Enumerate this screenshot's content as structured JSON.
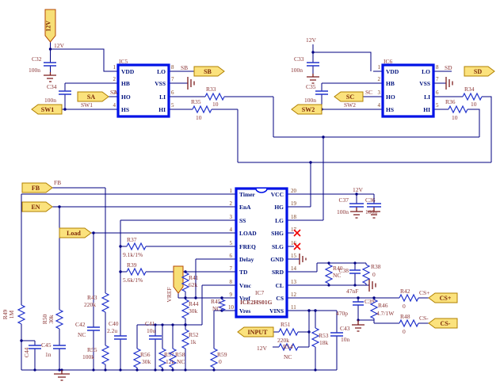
{
  "ics": {
    "ic5": {
      "ref": "IC5",
      "left": [
        {
          "n": "1",
          "name": "VDD"
        },
        {
          "n": "2",
          "name": "HB"
        },
        {
          "n": "3",
          "name": "HO"
        },
        {
          "n": "4",
          "name": "HS"
        }
      ],
      "right": [
        {
          "n": "8",
          "name": "LO"
        },
        {
          "n": "7",
          "name": "VSS"
        },
        {
          "n": "6",
          "name": "LI"
        },
        {
          "n": "5",
          "name": "HI"
        }
      ]
    },
    "ic6": {
      "ref": "IC6",
      "left": [
        {
          "n": "1",
          "name": "VDD"
        },
        {
          "n": "2",
          "name": "HB"
        },
        {
          "n": "3",
          "name": "HO"
        },
        {
          "n": "4",
          "name": "HS"
        }
      ],
      "right": [
        {
          "n": "8",
          "name": "LO"
        },
        {
          "n": "7",
          "name": "VSS"
        },
        {
          "n": "6",
          "name": "LI"
        },
        {
          "n": "5",
          "name": "HI"
        }
      ]
    },
    "ic7": {
      "ref": "IC7",
      "part": "ICE2HS01G",
      "left": [
        {
          "n": "1",
          "name": "Timer"
        },
        {
          "n": "2",
          "name": "EnA"
        },
        {
          "n": "3",
          "name": "SS"
        },
        {
          "n": "4",
          "name": "LOAD"
        },
        {
          "n": "5",
          "name": "FREQ"
        },
        {
          "n": "6",
          "name": "Delay"
        },
        {
          "n": "7",
          "name": "TD"
        },
        {
          "n": "8",
          "name": "Vmc"
        },
        {
          "n": "9",
          "name": "Vref"
        },
        {
          "n": "10",
          "name": "Vres"
        }
      ],
      "right": [
        {
          "n": "20",
          "name": "VCC"
        },
        {
          "n": "19",
          "name": "HG"
        },
        {
          "n": "18",
          "name": "LG"
        },
        {
          "n": "17",
          "name": "SHG"
        },
        {
          "n": "16",
          "name": "SLG"
        },
        {
          "n": "15",
          "name": "GND"
        },
        {
          "n": "14",
          "name": "SRD"
        },
        {
          "n": "13",
          "name": "CL"
        },
        {
          "n": "12",
          "name": "CS"
        },
        {
          "n": "11",
          "name": "VINS"
        }
      ]
    }
  },
  "ports": {
    "v12": "12V",
    "sa": "SA",
    "sw1": "SW1",
    "sb": "SB",
    "sc": "SC",
    "sw2": "SW2",
    "sd": "SD",
    "fb": "FB",
    "en": "EN",
    "load": "Load",
    "vref": "VREF",
    "input": "INPUT",
    "csp": "CS+",
    "csn": "CS-"
  },
  "nets": {
    "v12": "12V",
    "sa": "SA",
    "sw1": "SW1",
    "sb": "SB",
    "sc": "SC",
    "sw2": "SW2",
    "sd": "SD",
    "fb": "FB",
    "csp": "CS+",
    "csn": "CS-"
  },
  "parts": {
    "c32": {
      "ref": "C32",
      "val": "100n"
    },
    "c33": {
      "ref": "C33",
      "val": "100n"
    },
    "c34": {
      "ref": "C34",
      "val": "100n"
    },
    "c35": {
      "ref": "C35",
      "val": "100n"
    },
    "c36": {
      "ref": "C36",
      "val": "100n"
    },
    "c37": {
      "ref": "C37",
      "val": "100n"
    },
    "c38": {
      "ref": "C38",
      "val": "47nF"
    },
    "c39": {
      "ref": "C39",
      "val": "470p"
    },
    "c40": {
      "ref": "C40",
      "val": "2.2u"
    },
    "c41": {
      "ref": "C41",
      "val": "10u"
    },
    "c42": {
      "ref": "C42",
      "val": "NC"
    },
    "c43": {
      "ref": "C43",
      "val": "10n"
    },
    "c44": {
      "ref": "C44",
      "val": ""
    },
    "c45": {
      "ref": "C45",
      "val": "1n"
    },
    "r33": {
      "ref": "R33",
      "val": "10"
    },
    "r34": {
      "ref": "R34",
      "val": "10"
    },
    "r35": {
      "ref": "R35",
      "val": "10"
    },
    "r36": {
      "ref": "R36",
      "val": "10"
    },
    "r37": {
      "ref": "R37",
      "val": "9.1k/1%"
    },
    "r38": {
      "ref": "R38",
      "val": "0"
    },
    "r39": {
      "ref": "R39",
      "val": "5.6k/1%"
    },
    "r40": {
      "ref": "R40",
      "val": "NC"
    },
    "r41": {
      "ref": "R41",
      "val": "62k"
    },
    "r42": {
      "ref": "R42",
      "val": "0"
    },
    "r43": {
      "ref": "R43",
      "val": "220k"
    },
    "r44": {
      "ref": "R44",
      "val": "30k"
    },
    "r45": {
      "ref": "R45",
      "val": "NC"
    },
    "r46": {
      "ref": "R46",
      "val": "4.7/1W"
    },
    "r48": {
      "ref": "R48",
      "val": "0"
    },
    "r49": {
      "ref": "R49",
      "val": "1M"
    },
    "r50": {
      "ref": "R50",
      "val": "30k"
    },
    "r51": {
      "ref": "R51",
      "val": "220k"
    },
    "r52": {
      "ref": "R52",
      "val": "1k"
    },
    "r53": {
      "ref": "R53",
      "val": "18k"
    },
    "r54": {
      "ref": "R54",
      "val": "NC"
    },
    "r55": {
      "ref": "R55",
      "val": "100k"
    },
    "r56": {
      "ref": "R56",
      "val": "30k"
    },
    "r57": {
      "ref": "R57",
      "val": "12k"
    },
    "r58": {
      "ref": "R58",
      "val": "NC"
    },
    "r59": {
      "ref": "R59",
      "val": "0"
    }
  }
}
